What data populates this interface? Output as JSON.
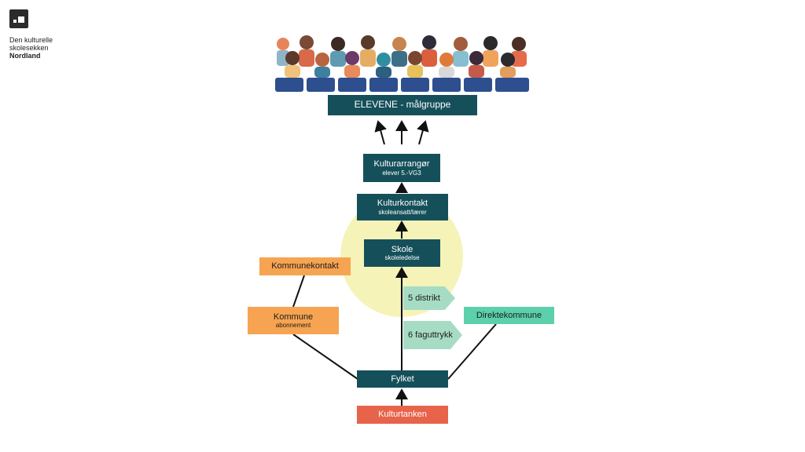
{
  "header": {
    "org_line1": "Den kulturelle",
    "org_line2": "skolesekken",
    "org_line3": "Nordland"
  },
  "audience": {
    "icon": "audience-illustration-icon"
  },
  "nodes": {
    "elevene": {
      "title": "ELEVENE - målgruppe"
    },
    "kulturarrangor": {
      "title": "Kulturarrangør",
      "subtitle": "elever 5.-VG3"
    },
    "kulturkontakt": {
      "title": "Kulturkontakt",
      "subtitle": "skoleansatt/lærer"
    },
    "skole": {
      "title": "Skole",
      "subtitle": "skoleledelse"
    },
    "kommunekontakt": {
      "title": "Kommunekontakt"
    },
    "kommune": {
      "title": "Kommune",
      "subtitle": "abonnement"
    },
    "direktekommune": {
      "title": "Direktekommune"
    },
    "fylket": {
      "title": "Fylket"
    },
    "kulturtanken": {
      "title": "Kulturtanken"
    }
  },
  "tags": {
    "distrikt": "5 distrikt",
    "faguttrykk": "6 faguttrykk"
  },
  "colors": {
    "teal": "#15505a",
    "orange": "#f6a451",
    "mint": "#5cd0ac",
    "red": "#e7634a",
    "highlight": "#f5f3b8",
    "tag": "#a6dcc4"
  }
}
